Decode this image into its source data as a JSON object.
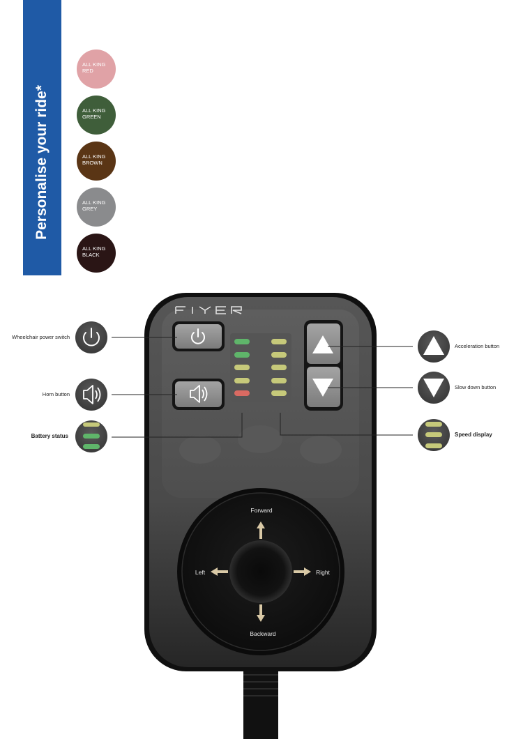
{
  "banner": {
    "title": "Personalise your ride*"
  },
  "swatches": [
    {
      "line1": "ALL KING",
      "line2": "RED",
      "color": "#e0a2a6"
    },
    {
      "line1": "ALL KING",
      "line2": "GREEN",
      "color": "#3f5e3a"
    },
    {
      "line1": "ALL KING",
      "line2": "BROWN",
      "color": "#5a3515"
    },
    {
      "line1": "ALL KING",
      "line2": "GREY",
      "color": "#8a8b8d"
    },
    {
      "line1": "ALL KING",
      "line2": "BLACK",
      "color": "#2a1515"
    }
  ],
  "controller": {
    "brand": "FIYER",
    "callouts": {
      "power": "Wheelchair power switch",
      "horn": "Horn button",
      "battery": "Battery status",
      "accelerate": "Acceleration button",
      "slow_down": "Slow down button",
      "speed": "Speed display"
    },
    "joystick": {
      "forward": "Forward",
      "backward": "Backward",
      "left": "Left",
      "right": "Right"
    },
    "battery_leds": [
      "#5fb56a",
      "#5fb56a",
      "#c6c97a",
      "#c6c97a",
      "#d96a62"
    ],
    "speed_leds": [
      "#c6c97a",
      "#c6c97a",
      "#c6c97a",
      "#c6c97a",
      "#c6c97a"
    ]
  }
}
